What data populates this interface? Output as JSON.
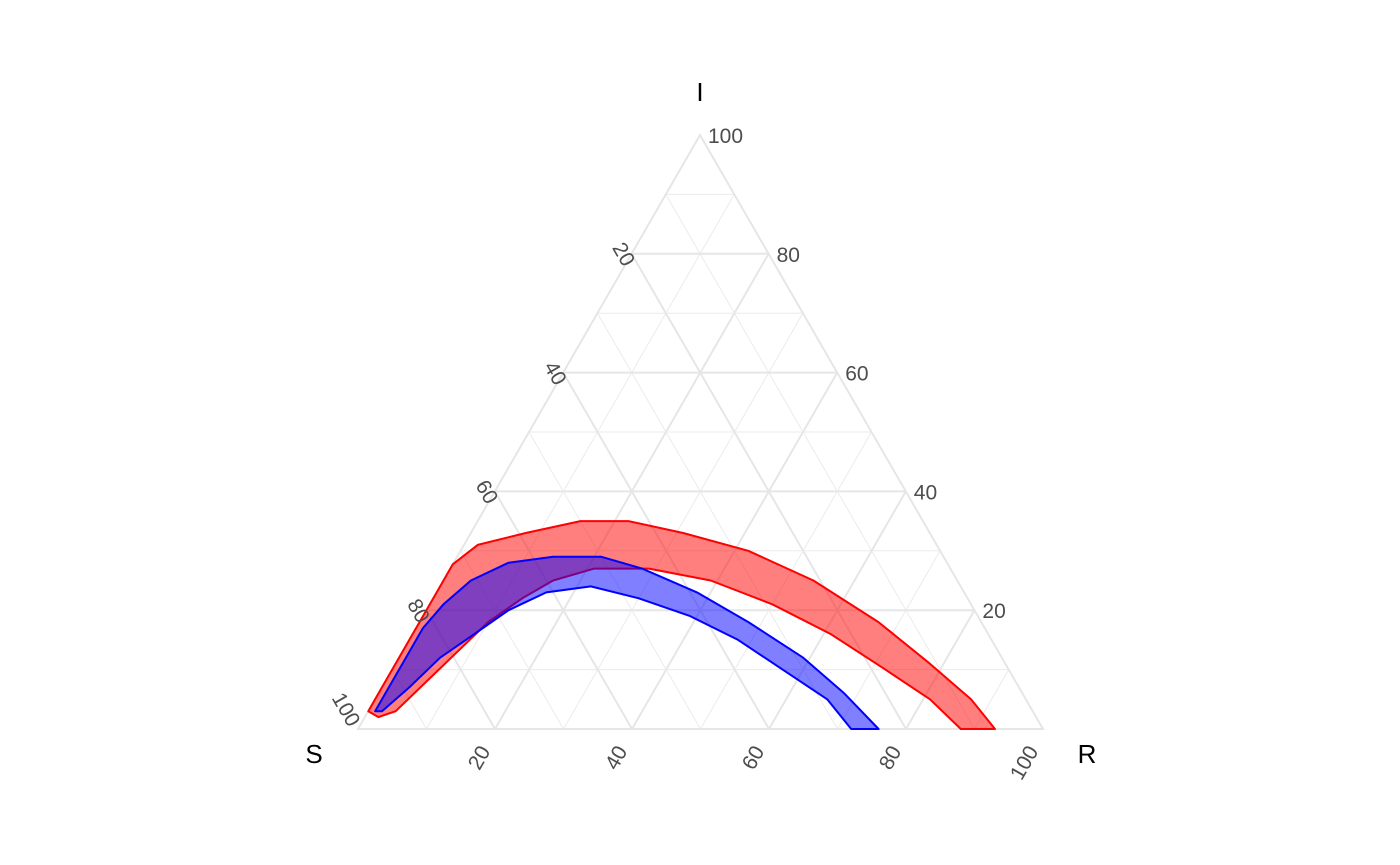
{
  "chart_data": {
    "type": "ternary-area",
    "axes": {
      "top": "I",
      "left": "S",
      "right": "R"
    },
    "range": [
      0,
      100
    ],
    "ticks": [
      20,
      40,
      60,
      80,
      100
    ],
    "tick_labels": [
      "20",
      "40",
      "60",
      "80",
      "100"
    ],
    "minor_step": 10,
    "grid": true,
    "series": [
      {
        "color": "#ff0000",
        "fill_opacity": 0.5,
        "outline": [
          {
            "S": 97,
            "I": 3,
            "R": 0
          },
          {
            "S": 96,
            "I": 5,
            "R": -1
          },
          {
            "S": 91,
            "I": 11,
            "R": -2
          },
          {
            "S": 87,
            "I": 15,
            "R": -2
          },
          {
            "S": 83,
            "I": 19,
            "R": -2
          },
          {
            "S": 78,
            "I": 24,
            "R": -2
          },
          {
            "S": 73,
            "I": 28,
            "R": -1
          },
          {
            "S": 67,
            "I": 31,
            "R": 2
          },
          {
            "S": 59,
            "I": 33,
            "R": 8
          },
          {
            "S": 50,
            "I": 35,
            "R": 15
          },
          {
            "S": 43,
            "I": 35,
            "R": 22
          },
          {
            "S": 36,
            "I": 33,
            "R": 31
          },
          {
            "S": 28,
            "I": 30,
            "R": 42
          },
          {
            "S": 21,
            "I": 25,
            "R": 54
          },
          {
            "S": 15,
            "I": 18,
            "R": 67
          },
          {
            "S": 11,
            "I": 11,
            "R": 78
          },
          {
            "S": 8,
            "I": 5,
            "R": 87
          },
          {
            "S": 7,
            "I": 0,
            "R": 93
          },
          {
            "S": 12,
            "I": 0,
            "R": 88
          },
          {
            "S": 14,
            "I": 5,
            "R": 81
          },
          {
            "S": 18,
            "I": 10,
            "R": 72
          },
          {
            "S": 23,
            "I": 16,
            "R": 61
          },
          {
            "S": 29,
            "I": 21,
            "R": 50
          },
          {
            "S": 36,
            "I": 25,
            "R": 39
          },
          {
            "S": 44,
            "I": 27,
            "R": 29
          },
          {
            "S": 52,
            "I": 27,
            "R": 21
          },
          {
            "S": 59,
            "I": 25,
            "R": 16
          },
          {
            "S": 65,
            "I": 22,
            "R": 13
          },
          {
            "S": 72,
            "I": 18,
            "R": 10
          },
          {
            "S": 79,
            "I": 13,
            "R": 8
          },
          {
            "S": 86,
            "I": 8,
            "R": 6
          },
          {
            "S": 93,
            "I": 3,
            "R": 4
          },
          {
            "S": 96,
            "I": 2,
            "R": 2
          }
        ]
      },
      {
        "color": "#0000ff",
        "fill_opacity": 0.5,
        "outline": [
          {
            "S": 96,
            "I": 3,
            "R": 1
          },
          {
            "S": 92,
            "I": 7,
            "R": 1
          },
          {
            "S": 87,
            "I": 12,
            "R": 1
          },
          {
            "S": 82,
            "I": 17,
            "R": 1
          },
          {
            "S": 77,
            "I": 21,
            "R": 2
          },
          {
            "S": 71,
            "I": 25,
            "R": 4
          },
          {
            "S": 64,
            "I": 28,
            "R": 8
          },
          {
            "S": 57,
            "I": 29,
            "R": 14
          },
          {
            "S": 50,
            "I": 29,
            "R": 21
          },
          {
            "S": 45,
            "I": 27,
            "R": 28
          },
          {
            "S": 39,
            "I": 23,
            "R": 38
          },
          {
            "S": 34,
            "I": 18,
            "R": 48
          },
          {
            "S": 29,
            "I": 12,
            "R": 59
          },
          {
            "S": 26,
            "I": 6,
            "R": 68
          },
          {
            "S": 24,
            "I": 0,
            "R": 76
          },
          {
            "S": 28,
            "I": 0,
            "R": 72
          },
          {
            "S": 29,
            "I": 5,
            "R": 66
          },
          {
            "S": 33,
            "I": 10,
            "R": 57
          },
          {
            "S": 37,
            "I": 15,
            "R": 48
          },
          {
            "S": 42,
            "I": 19,
            "R": 39
          },
          {
            "S": 48,
            "I": 22,
            "R": 30
          },
          {
            "S": 54,
            "I": 24,
            "R": 22
          },
          {
            "S": 61,
            "I": 23,
            "R": 16
          },
          {
            "S": 68,
            "I": 20,
            "R": 12
          },
          {
            "S": 75,
            "I": 16,
            "R": 9
          },
          {
            "S": 82,
            "I": 12,
            "R": 6
          },
          {
            "S": 89,
            "I": 7,
            "R": 4
          },
          {
            "S": 95,
            "I": 3,
            "R": 2
          }
        ]
      }
    ]
  }
}
